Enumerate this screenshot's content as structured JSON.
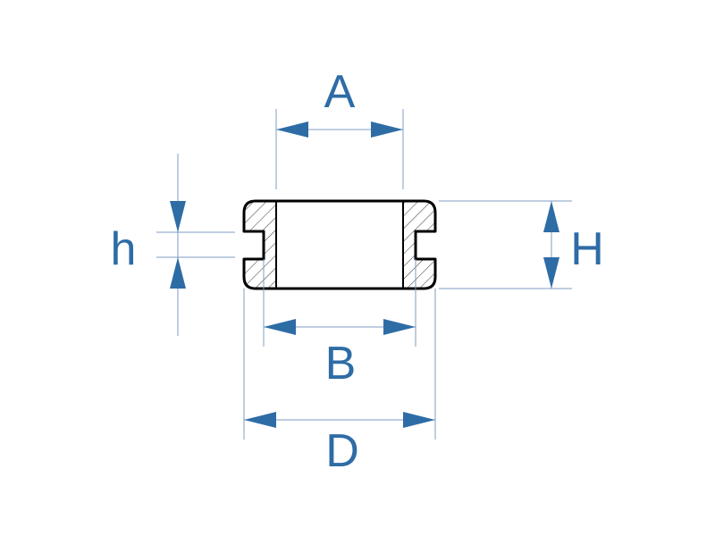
{
  "diagram": {
    "labels": {
      "A": "A",
      "B": "B",
      "D": "D",
      "H": "H",
      "h": "h"
    },
    "colors": {
      "dimension": "#2e6ca6",
      "extension_line": "#7f9cc4",
      "outline": "#000000"
    }
  }
}
